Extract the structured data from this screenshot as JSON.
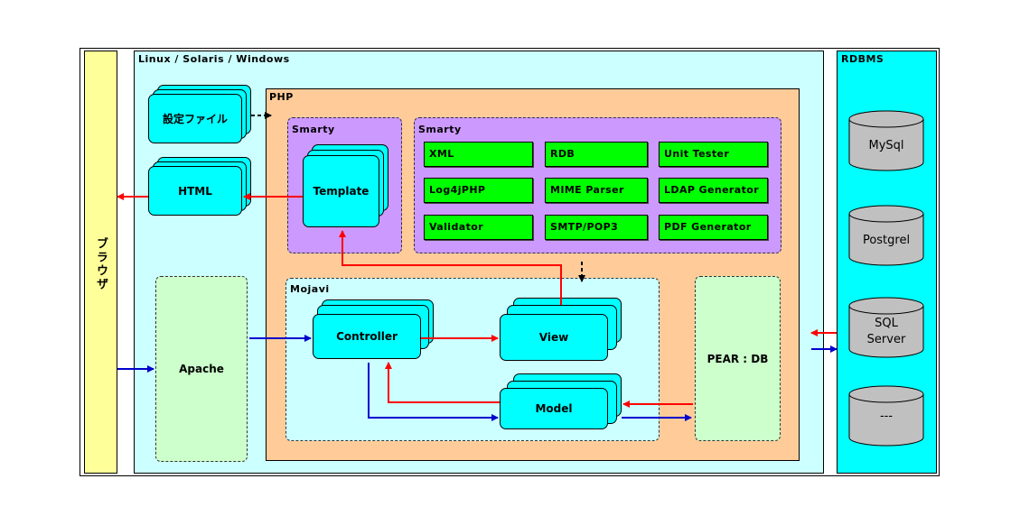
{
  "browser": {
    "label": "ブラウザ"
  },
  "os": {
    "label": "Linux / Solaris / Windows"
  },
  "php": {
    "label": "PHP"
  },
  "config": {
    "label": "設定ファイル"
  },
  "html": {
    "label": "HTML"
  },
  "smarty_left": {
    "label": "Smarty",
    "template_label": "Template"
  },
  "smarty_right": {
    "label": "Smarty",
    "modules": [
      "XML",
      "RDB",
      "Unit Tester",
      "Log4jPHP",
      "MIME Parser",
      "LDAP Generator",
      "Validator",
      "SMTP/POP3",
      "PDF Generator"
    ]
  },
  "apache": {
    "label": "Apache"
  },
  "mojavi": {
    "label": "Mojavi",
    "controller": "Controller",
    "view": "View",
    "model": "Model"
  },
  "pear": {
    "label": "PEAR : DB"
  },
  "rdbms": {
    "label": "RDBMS",
    "databases": [
      "MySql",
      "Postgrel",
      "SQL Server",
      "---"
    ]
  },
  "colors": {
    "request_arrow": "#0000cc",
    "response_arrow": "#ff0000"
  }
}
